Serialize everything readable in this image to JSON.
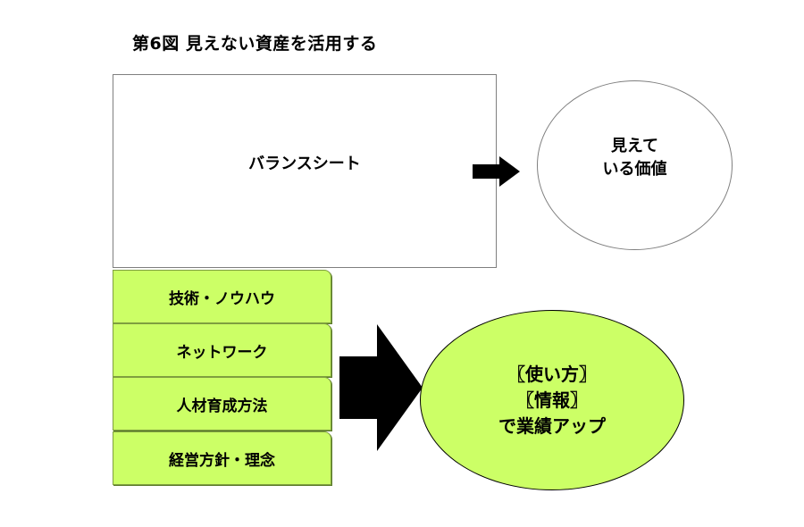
{
  "title": "第6図  見えない資産を活用する",
  "balance_sheet": {
    "label": "バランスシート"
  },
  "visible_value": {
    "line1": "見えて",
    "line2": "いる価値"
  },
  "invisible_assets": [
    {
      "label": "技術・ノウハウ"
    },
    {
      "label": "ネットワーク"
    },
    {
      "label": "人材育成方法"
    },
    {
      "label": "経営方針・理念"
    }
  ],
  "outcome": {
    "line1": "〖使い方〗",
    "line2": "〖情報〗",
    "line3": "で業績アップ"
  },
  "colors": {
    "green_fill": "#ccff66",
    "border": "#7f7f7f",
    "arrow": "#000000"
  }
}
